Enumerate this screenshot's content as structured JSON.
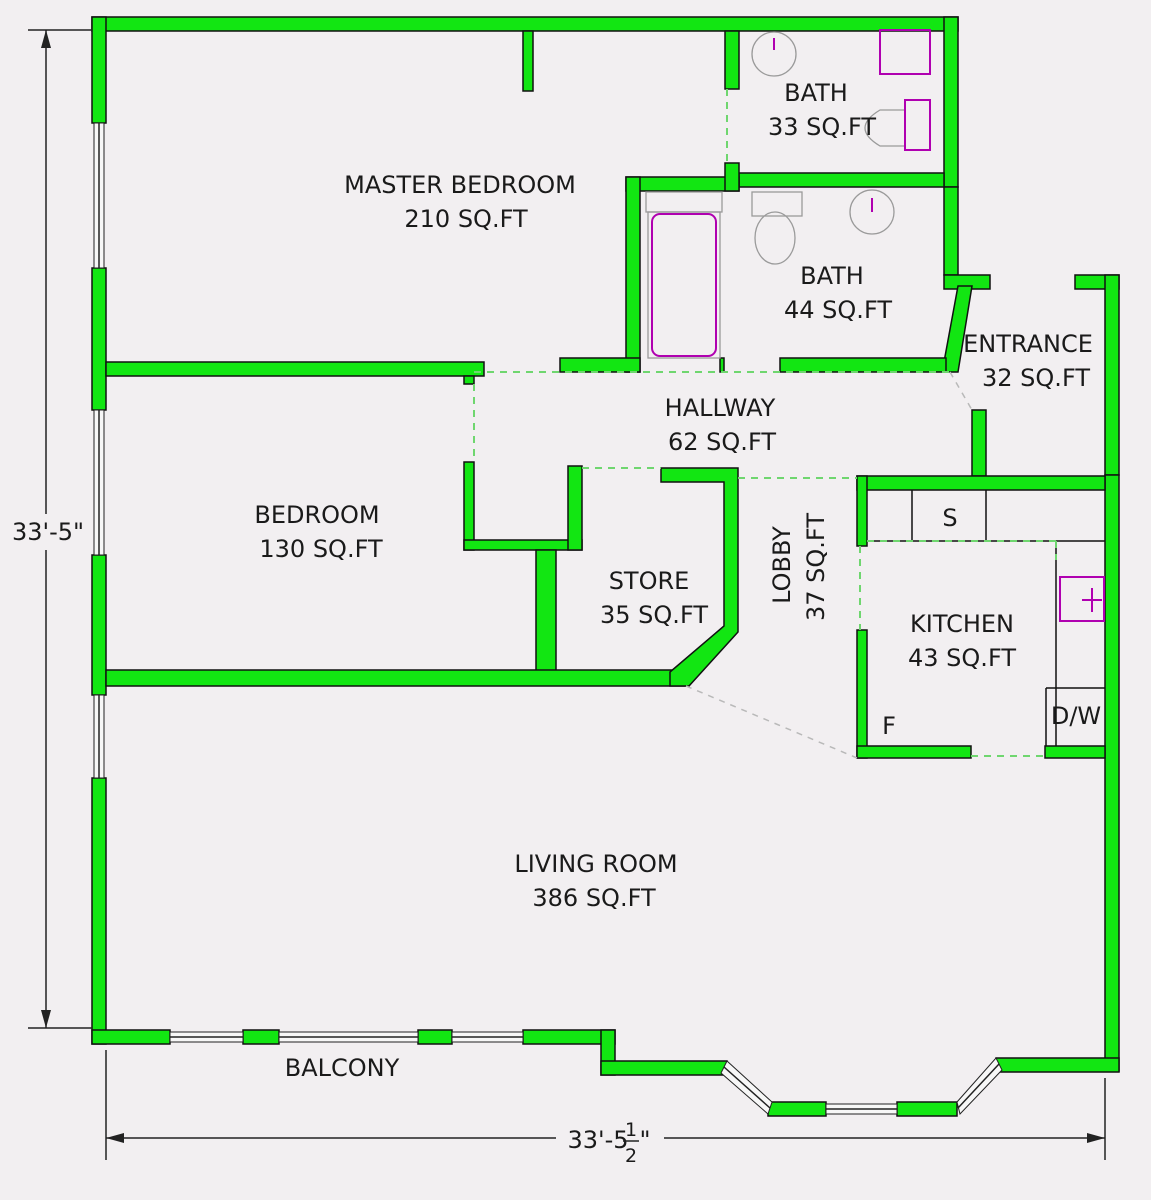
{
  "rooms": {
    "master_bedroom": {
      "name": "MASTER BEDROOM",
      "area": "210 SQ.FT"
    },
    "bath_1": {
      "name": "BATH",
      "area": "33 SQ.FT"
    },
    "bath_2": {
      "name": "BATH",
      "area": "44 SQ.FT"
    },
    "entrance": {
      "name": "ENTRANCE",
      "area": "32 SQ.FT"
    },
    "hallway": {
      "name": "HALLWAY",
      "area": "62 SQ.FT"
    },
    "bedroom": {
      "name": "BEDROOM",
      "area": "130 SQ.FT"
    },
    "store": {
      "name": "STORE",
      "area": "35 SQ.FT"
    },
    "lobby": {
      "name": "LOBBY",
      "area": "37 SQ.FT"
    },
    "kitchen": {
      "name": "KITCHEN",
      "area": "43 SQ.FT"
    },
    "living_room": {
      "name": "LIVING ROOM",
      "area": "386 SQ.FT"
    }
  },
  "fixtures": {
    "sink": "S",
    "fridge": "F",
    "dishwasher": "D/W"
  },
  "balcony_label": "BALCONY",
  "dimensions": {
    "vertical": "33'-5\"",
    "horizontal_main": "33'-5",
    "horizontal_frac_num": "1",
    "horizontal_frac_den": "2",
    "horizontal_suffix": "\""
  },
  "colors": {
    "wall": "#12e612",
    "fixture": "#b000b0",
    "door_dash": "#6fd66f"
  }
}
